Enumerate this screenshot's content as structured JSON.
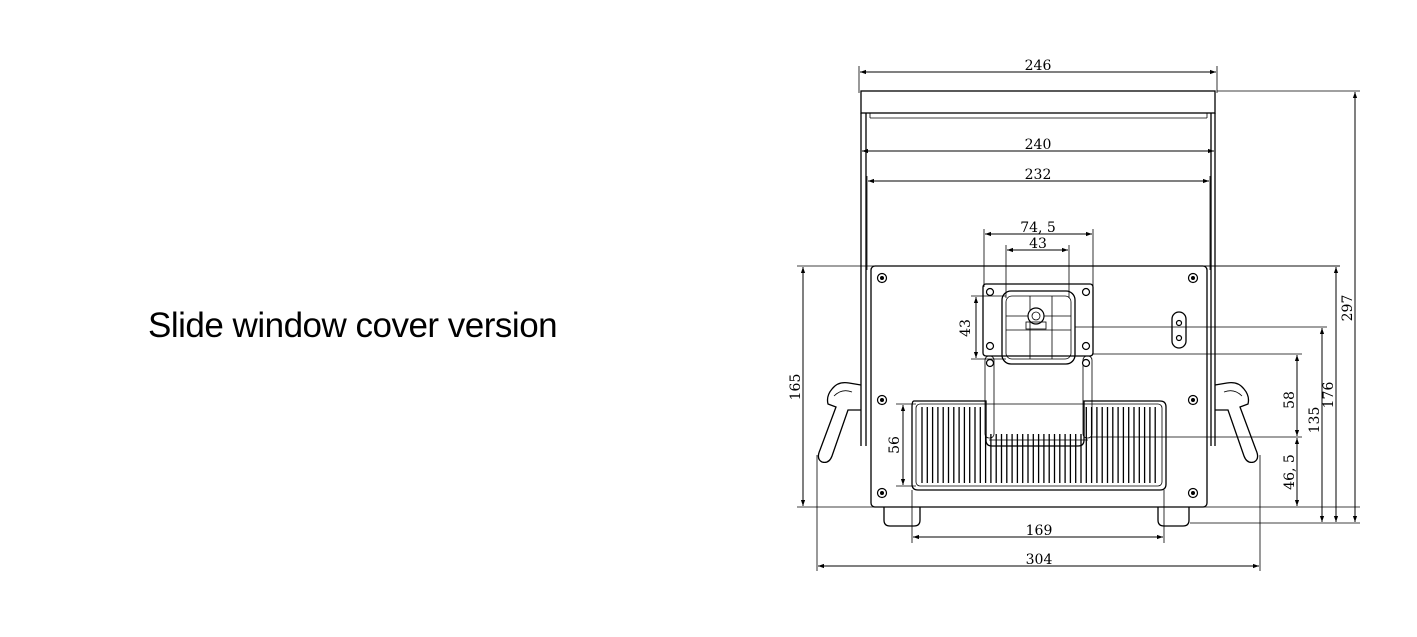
{
  "title": "Slide window cover version",
  "dimensions": {
    "width_top": "246",
    "inner_width_1": "240",
    "inner_width_2": "232",
    "aperture_outer": "74, 5",
    "aperture_inner": "43",
    "aperture_height": "43",
    "panel_height": "165",
    "fin_height": "56",
    "slot_height": "58",
    "aperture_center_height": "135",
    "window_height": "176",
    "overall_height": "297",
    "window_offset": "46, 5",
    "fin_width": "169",
    "overall_width": "304"
  }
}
